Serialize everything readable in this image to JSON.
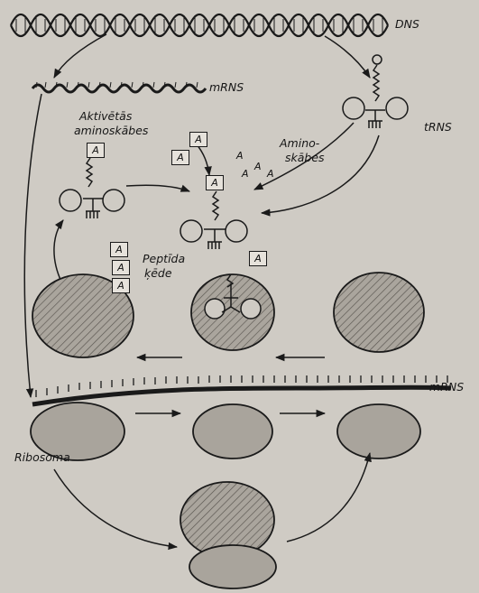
{
  "labels": {
    "dns": "DNS",
    "mrns_top": "mRNS",
    "trns": "tRNS",
    "activated_line1": "Aktivētās",
    "activated_line2": "aminoskābes",
    "amino_line1": "Amino-",
    "amino_line2": "skābes",
    "peptide_line1": "Peptīda",
    "peptide_line2": "ķēde",
    "mrns_strand": "mRNS",
    "ribosome": "Ribosoma"
  },
  "amino_symbol": "A",
  "colors": {
    "background": "#cfcbc4",
    "ink": "#1a1a1a",
    "ribosome_fill": "#a9a49c"
  }
}
